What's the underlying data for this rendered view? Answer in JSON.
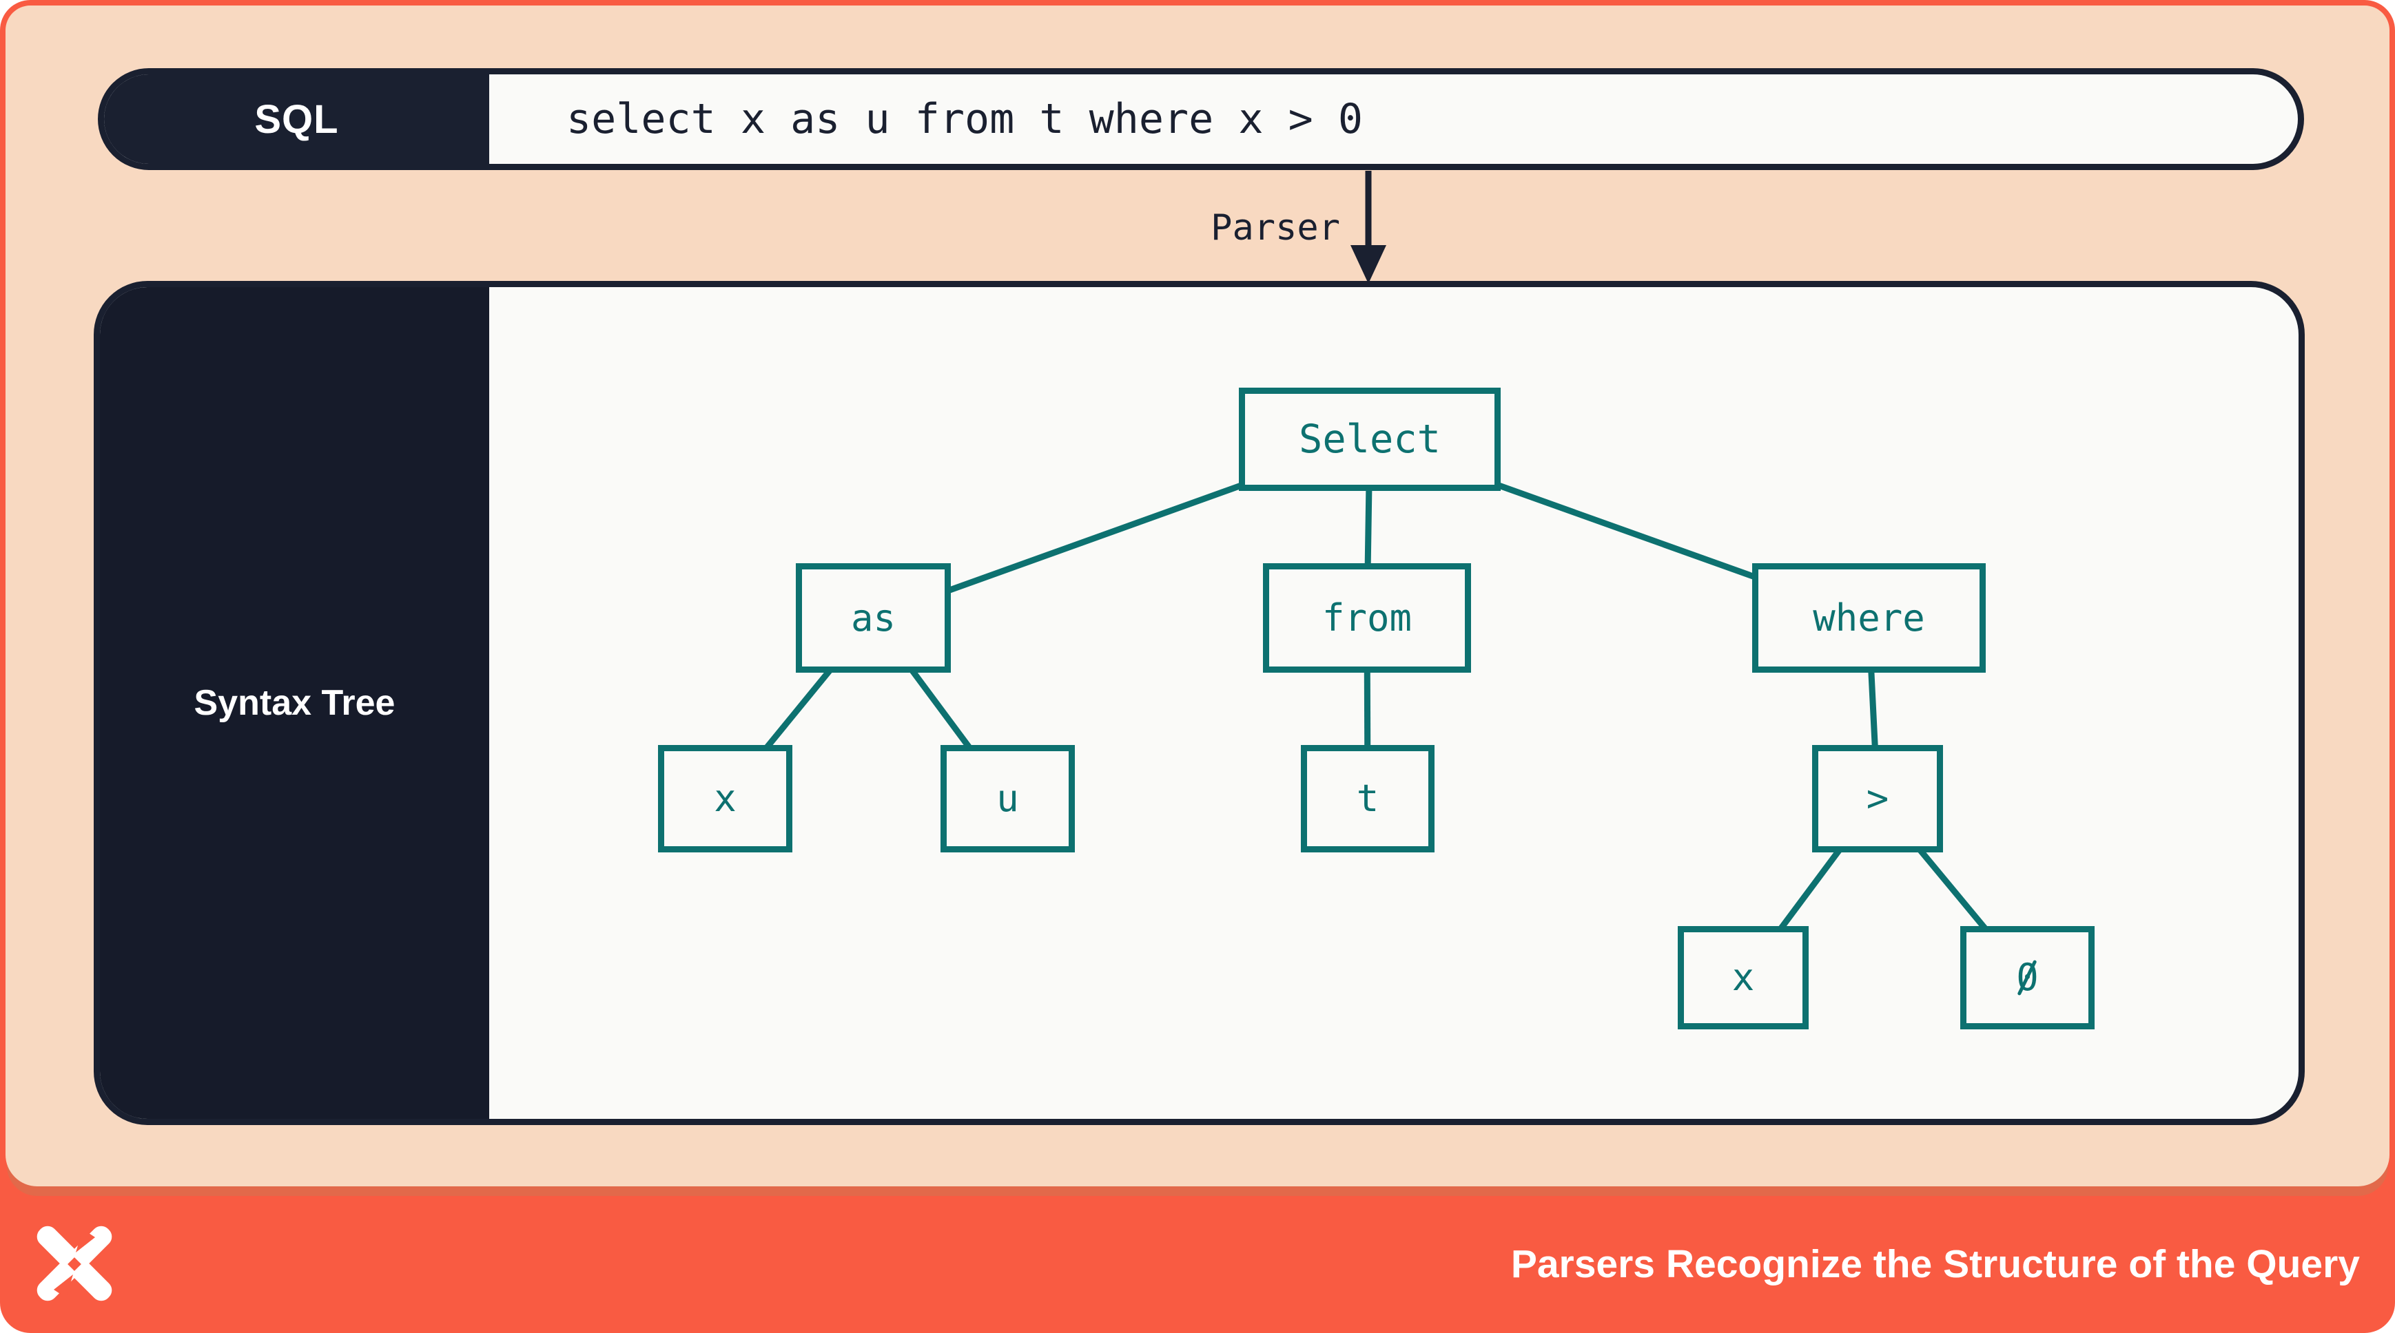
{
  "slide": {
    "sql_bar": {
      "label": "SQL",
      "query": "select x as u from t where x > 0"
    },
    "parser": {
      "label": "Parser"
    },
    "syntax_tree": {
      "label": "Syntax Tree",
      "nodes": {
        "select": "Select",
        "as": "as",
        "from": "from",
        "where": "where",
        "x1": "x",
        "u": "u",
        "t": "t",
        "gt": ">",
        "x2": "x",
        "zero": "0"
      },
      "edges": [
        [
          "select",
          "as"
        ],
        [
          "select",
          "from"
        ],
        [
          "select",
          "where"
        ],
        [
          "as",
          "x1"
        ],
        [
          "as",
          "u"
        ],
        [
          "from",
          "t"
        ],
        [
          "where",
          "gt"
        ],
        [
          "gt",
          "x2"
        ],
        [
          "gt",
          "zero"
        ]
      ]
    },
    "footer": {
      "title": "Parsers Recognize the Structure of the Query",
      "logo": "dbt-logo"
    },
    "colors": {
      "orange": "#F95B42",
      "orange_shadow": "#E2694A",
      "peach": "#F8D9C1",
      "navy": "#1A2030",
      "teal": "#0D7170",
      "paper": "#FAFAF8"
    }
  }
}
